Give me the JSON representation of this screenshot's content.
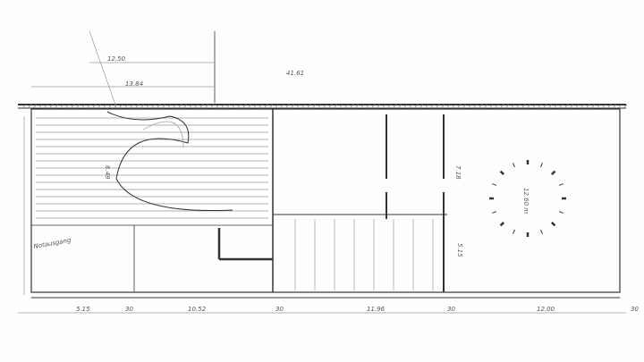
{
  "drawing": {
    "top_labels": {
      "depth_a": "12.50",
      "depth_b": "13.84",
      "length_total": "41.61"
    },
    "room_labels": {
      "circle_dim": "12.60 m",
      "height_a": "7.18",
      "height_b": "5.15",
      "stair_dim": "6.49"
    },
    "bottom_dims": [
      "5.15",
      "30",
      "10.52",
      "30",
      "11.96",
      "30",
      "12.00",
      "30"
    ],
    "left_note": "Notausgang"
  }
}
